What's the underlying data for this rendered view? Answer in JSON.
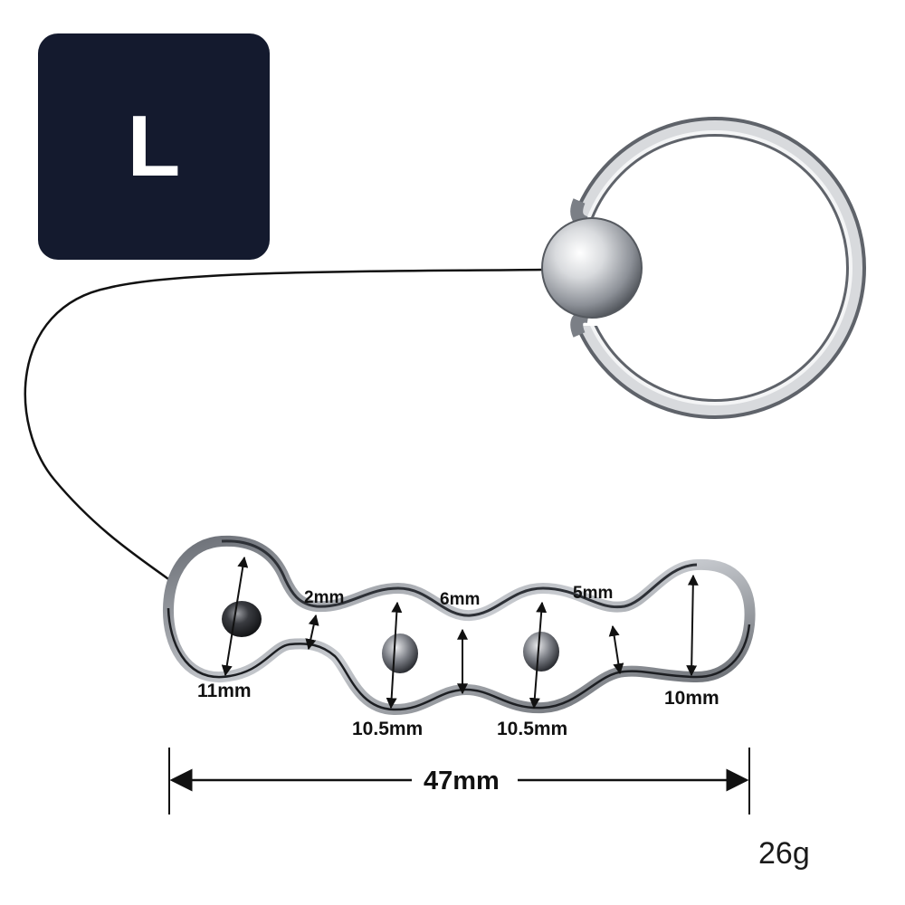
{
  "badge": {
    "size_letter": "L"
  },
  "dimensions": {
    "left_bulb_height": "11mm",
    "neck_width": "2mm",
    "bead_2_height": "10.5mm",
    "bead_3_height": "10.5mm",
    "neck_center_width": "6mm",
    "neck_right_width": "5mm",
    "right_bulb_height": "10mm",
    "total_length": "47mm"
  },
  "weight": "26g",
  "colors": {
    "badge_bg": "#141a2e",
    "badge_text": "#ffffff",
    "metal_light": "#f2f3f5",
    "metal_dark": "#6b6f76",
    "line": "#111111"
  }
}
